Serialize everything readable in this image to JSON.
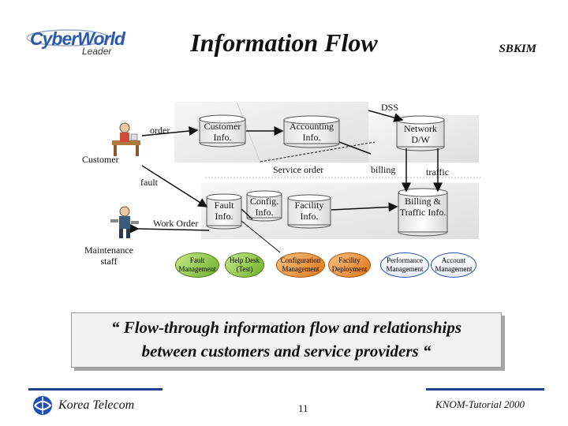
{
  "header": {
    "logo_text": "CyberWorld",
    "logo_sub": "Leader",
    "title": "Information Flow",
    "author": "SBKIM"
  },
  "diagram": {
    "nodes": {
      "dss": "DSS",
      "customer_info": "Customer Info.",
      "accounting_info": "Accounting Info.",
      "network_dw": "Network D/W",
      "fault_info": "Fault Info.",
      "config_info": "Config. Info.",
      "facility_info": "Facility Info.",
      "billing_traffic_info": "Billing & Traffic Info."
    },
    "modules": {
      "fault_management": "Fault Management",
      "help_desk": "Help Desk (Test)",
      "configuration_management": "Configuration Management",
      "facility_deployment": "Facility Deployment",
      "performance_management": "Performance Management",
      "account_management": "Account Management"
    },
    "flows": {
      "order": "order",
      "service_order": "Service order",
      "billing": "billing",
      "traffic": "traffic",
      "fault": "fault",
      "work_order": "Work Order"
    },
    "actors": {
      "customer": "Customer",
      "maintenance_staff": "Maintenance staff"
    }
  },
  "caption": {
    "line1": "“ Flow-through information flow and relationships",
    "line2": "between customers and service providers “"
  },
  "footer": {
    "company": "Korea Telecom",
    "page": "11",
    "event": "KNOM-Tutorial 2000"
  },
  "colors": {
    "module_green": "#8cc63f",
    "module_orange": "#f28c28",
    "module_blue": "#1f4fb6",
    "region_fill": "#ececec"
  }
}
